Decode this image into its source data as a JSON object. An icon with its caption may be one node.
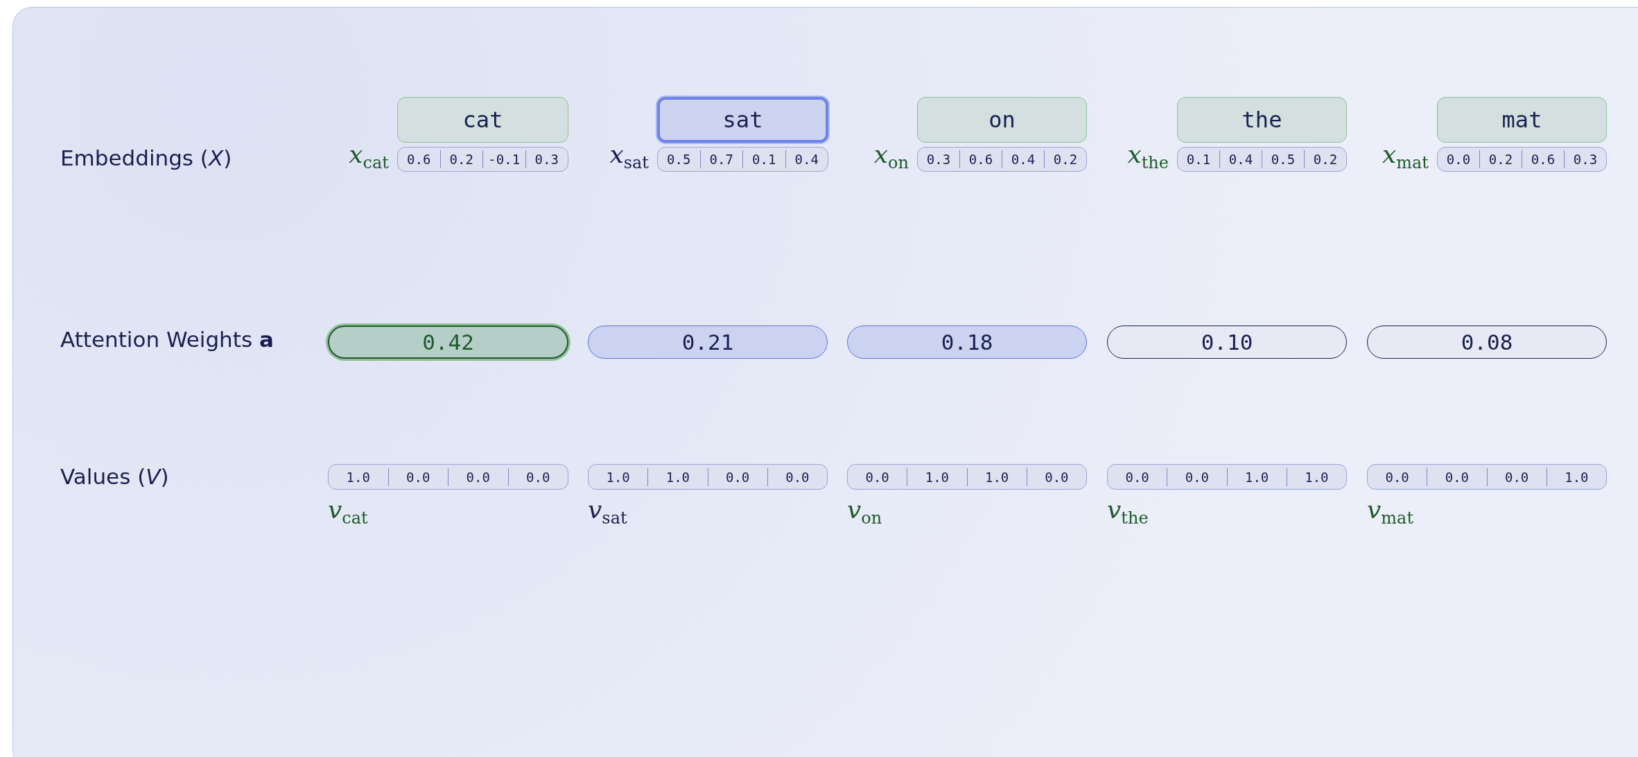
{
  "diagram": {
    "nodes": [
      {
        "text": [
          "cat"
        ]
      },
      {
        "text": [
          "0.6",
          "0.2",
          "-0.1",
          "0.3"
        ],
        "beside": [
          "*x*$_{cat}$"
        ]
      },
      {
        "text": [
          "sat"
        ]
      },
      {
        "text": [
          "0.5",
          "0.7",
          "0.1",
          "0.4"
        ],
        "beside": [
          "*x*$_{sat}$"
        ]
      },
      {
        "text": [
          "on"
        ]
      },
      {
        "text": [
          "0.3",
          "0.6",
          "0.4",
          "0.2"
        ],
        "beside": [
          "*x*$_{on}$"
        ]
      },
      {
        "text": [
          "the"
        ]
      },
      {
        "text": [
          "0.1",
          "0.4",
          "0.5",
          "0.2"
        ],
        "beside": [
          "*x*$_{the}$"
        ]
      },
      {
        "text": [
          "mat"
        ]
      },
      {
        "text": [
          "0.0",
          "0.2",
          "0.6",
          "0.3"
        ],
        "beside": [
          "*x*$_{mat}$"
        ]
      },
      {
        "text": [
          "0.42"
        ]
      },
      {
        "text": [
          "0.21"
        ]
      },
      {
        "text": [
          "0.18"
        ]
      },
      {
        "text": [
          "0.10"
        ]
      },
      {
        "text": [
          "0.08"
        ]
      },
      {
        "text": [
          "1.0",
          "0.0",
          "0.0",
          "0.0"
        ],
        "beside": [
          "*v*$_{cat}$"
        ]
      },
      {
        "text": [
          "1.0",
          "1.0",
          "0.0",
          "0.0"
        ],
        "beside": [
          "*v*$_{sat}$"
        ]
      },
      {
        "text": [
          "0.0",
          "1.0",
          "1.0",
          "0.0"
        ],
        "beside": [
          "*v*$_{on}$"
        ]
      },
      {
        "text": [
          "0.0",
          "0.0",
          "1.0",
          "1.0"
        ],
        "beside": [
          "*v*$_{the}$"
        ]
      },
      {
        "text": [
          "0.0",
          "0.0",
          "0.0",
          "1.0"
        ],
        "beside": [
          "*v*$_{mat}$"
        ]
      }
    ],
    "labels": [
      "Embeddings (*X*)",
      "Attention Weights **a**",
      "Values (*V*)"
    ]
  }
}
